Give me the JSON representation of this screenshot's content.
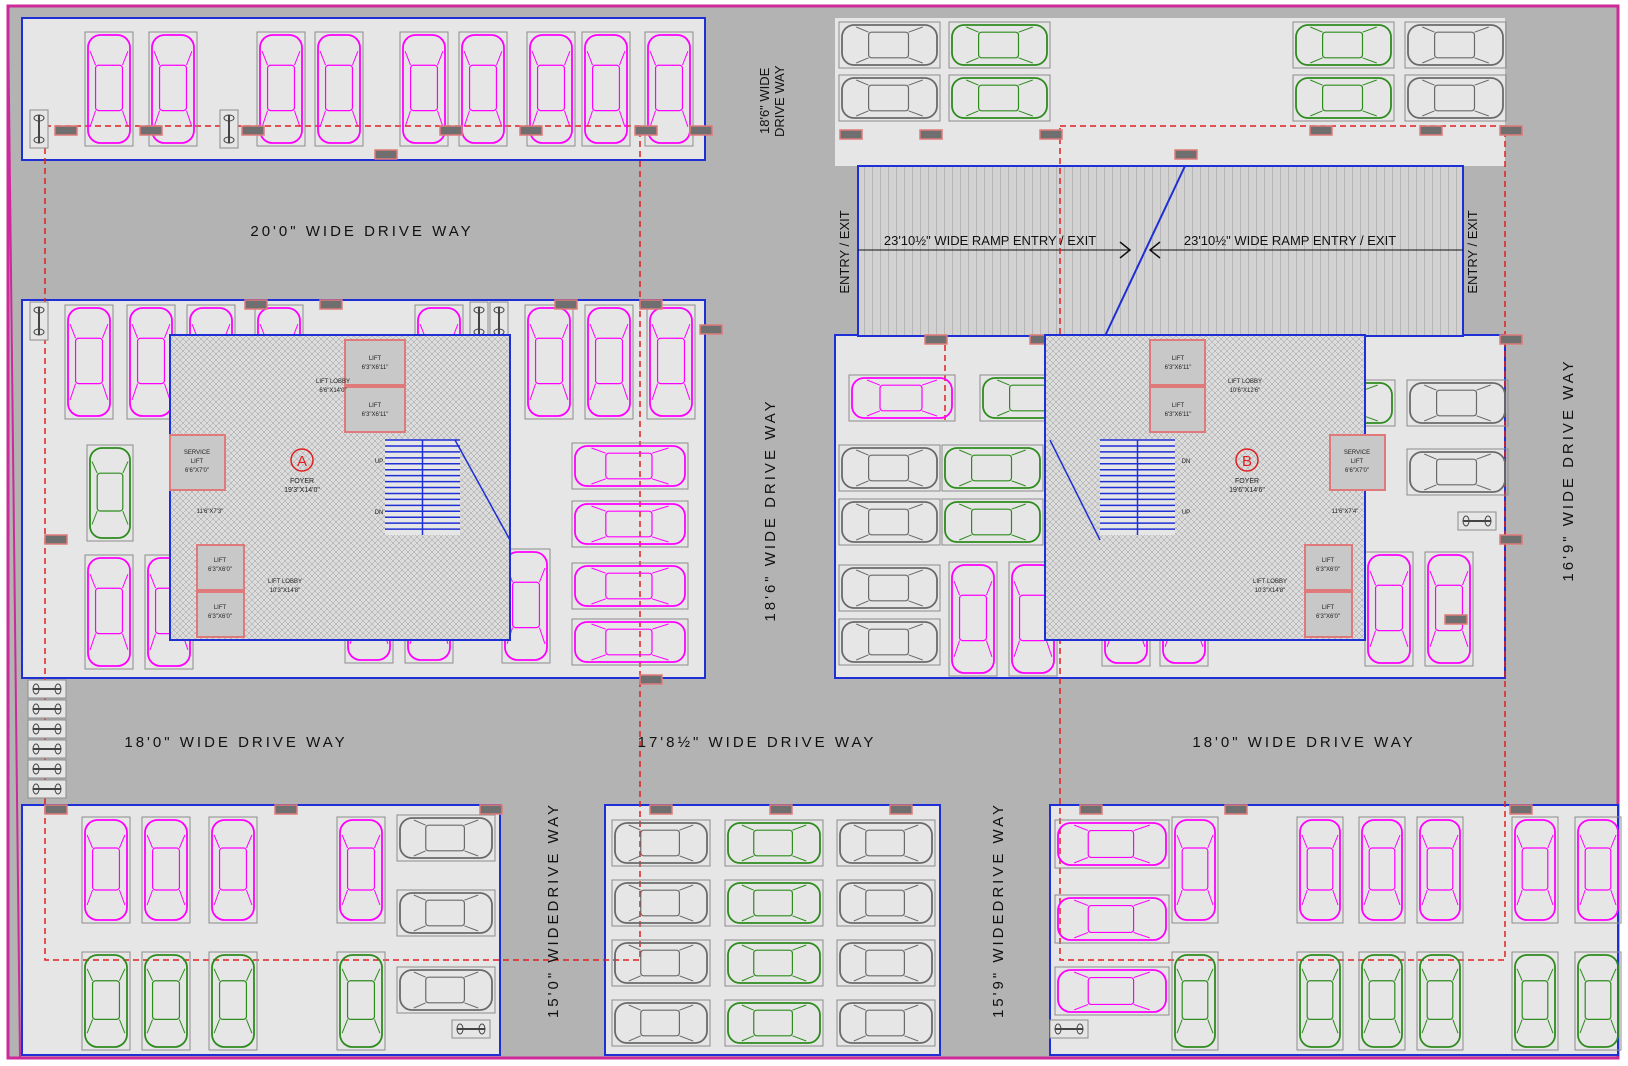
{
  "drawing": {
    "colors": {
      "ground": "#b3b3b3",
      "slab": "#e6e6e6",
      "wall": "#1f2fd6",
      "column": "#6f6f6f",
      "column_edge": "#e07a7a",
      "dashed": "#e02020",
      "car_magenta": "#ff00ff",
      "car_green": "#2e8b1e",
      "car_grey": "#6a6a6a",
      "border": "#cc2a9a"
    }
  },
  "labels": {
    "drive_top": "20'0\" WIDE DRIVE WAY",
    "drive_top_right_line1": "18'6\" WIDE",
    "drive_top_right_line2": "DRIVE WAY",
    "drive_center_vertical": "18'6\" WIDE DRIVE WAY",
    "drive_right_vertical": "16'9\" WIDE DRIVE WAY",
    "drive_bottom_left": "18'0\" WIDE DRIVE WAY",
    "drive_bottom_center": "17'8½\" WIDE DRIVE WAY",
    "drive_bottom_right": "18'0\" WIDE DRIVE WAY",
    "drive_lower_vertical_1": "15'0\" WIDEDRIVE WAY",
    "drive_lower_vertical_2": "15'9\" WIDEDRIVE WAY",
    "ramp_left": "23'10½\" WIDE RAMP ENTRY / EXIT",
    "ramp_right": "23'10½\" WIDE RAMP ENTRY / EXIT",
    "entry_exit": "ENTRY / EXIT"
  },
  "core_a": {
    "marker": "A",
    "foyer_line1": "FOYER",
    "foyer_line2": "19'3\"X14'0\"",
    "lift_lobby_top": "LIFT LOBBY",
    "lift_lobby_top_size": "6'6\"X14'0\"",
    "lift_lobby_bottom": "LIFT LOBBY",
    "lift_lobby_bottom_size": "10'3\"X14'8\"",
    "lift": "LIFT",
    "lift_size_top": "6'3\"X6'11\"",
    "lift_size_bottom": "6'3\"X6'0\"",
    "service_lift_line1": "SERVICE",
    "service_lift_line2": "LIFT",
    "service_lift_size": "6'6\"X7'0\"",
    "corridor_size": "11'6\"X7'3\"",
    "up": "UP",
    "dn": "DN"
  },
  "core_b": {
    "marker": "B",
    "foyer_line1": "FOYER",
    "foyer_line2": "19'6\"X14'6\"",
    "lift_lobby_top": "LIFT LOBBY",
    "lift_lobby_top_size": "10'6\"X12'6\"",
    "lift_lobby_bottom": "LIFT LOBBY",
    "lift_lobby_bottom_size": "10'3\"X14'8\"",
    "lift": "LIFT",
    "lift_size_top": "6'3\"X6'11\"",
    "lift_size_bottom": "6'3\"X6'0\"",
    "service_lift_line1": "SERVICE",
    "service_lift_line2": "LIFT",
    "service_lift_size": "6'6\"X7'0\"",
    "corridor_size": "11'6\"X7'4\"",
    "up": "UP",
    "dn": "DN"
  }
}
